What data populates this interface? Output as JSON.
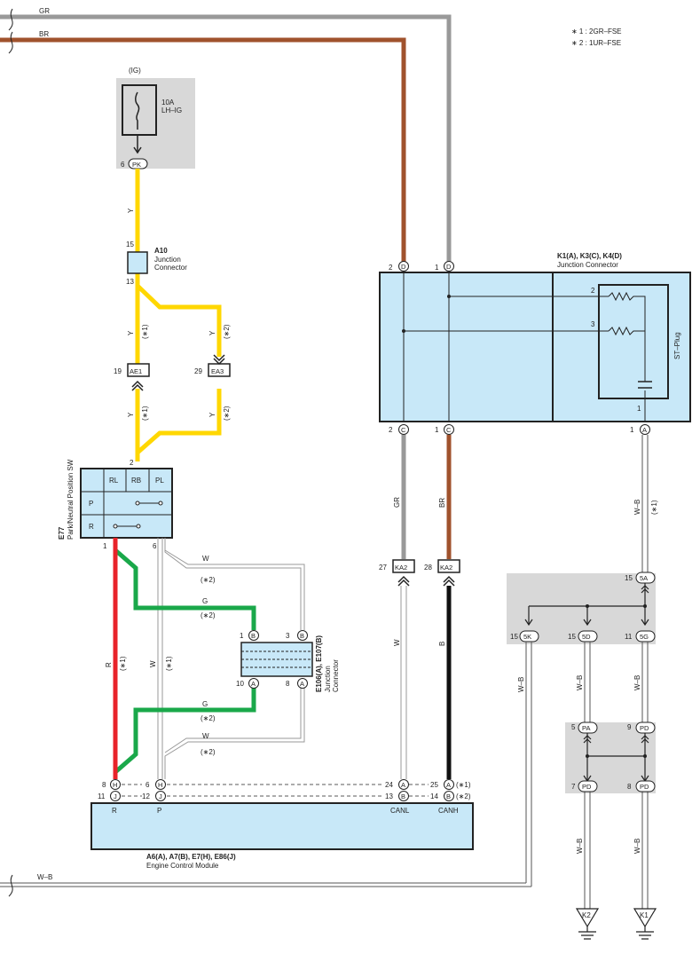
{
  "notes": {
    "n1": "∗ 1 : 2GR–FSE",
    "n2": "∗ 2 : 1UR–FSE"
  },
  "wires": {
    "gr_top": "GR",
    "br_top": "BR",
    "y1": "Y",
    "y2": "Y",
    "y3": "Y",
    "y4": "Y",
    "y5": "Y",
    "gr_v": "GR",
    "br_v": "BR",
    "w_ka": "W",
    "b_ka": "B",
    "wb1": "W–B",
    "wb2": "W–B",
    "wb3": "W–B",
    "wb4": "W–B",
    "wb5": "W–B",
    "wb6": "W–B",
    "wb_bottom": "W–B",
    "w_top": "W",
    "g_top": "G",
    "g_bot": "G",
    "w_bot": "W",
    "r": "R",
    "w_mid": "W"
  },
  "tags": {
    "t1": "(∗1)",
    "t2": "(∗2)"
  },
  "fuse": {
    "ig": "(IG)",
    "rating": "10A",
    "name": "LH–IG",
    "pin": "6",
    "term": "PK"
  },
  "a10": {
    "code": "A10",
    "l1": "Junction",
    "l2": "Connector",
    "pin_in": "15",
    "pin_out": "13"
  },
  "ae1": {
    "pin": "19",
    "term": "AE1"
  },
  "ea3": {
    "pin": "29",
    "term": "EA3"
  },
  "e77": {
    "code": "E77",
    "name": "Park/Neutral Position SW",
    "cols": [
      "RL",
      "RB",
      "PL"
    ],
    "rows": [
      "P",
      "R"
    ],
    "pin_top": "2",
    "pin_l": "1",
    "pin_r": "6"
  },
  "e106": {
    "code": "E106(A), E107(B)",
    "l1": "Junction",
    "l2": "Connector",
    "p1": "1",
    "t1": "B",
    "p3": "3",
    "t3": "B",
    "p10": "10",
    "t10": "A",
    "p8": "8",
    "t8": "A"
  },
  "k1": {
    "code": "K1(A), K3(C), K4(D)",
    "name": "Junction Connector",
    "stplug": "ST–Plug",
    "pd2": "2",
    "td2": "D",
    "pd1": "1",
    "td1": "D",
    "pc2": "2",
    "tc2": "C",
    "pc1": "1",
    "tc1": "C",
    "pa1": "1",
    "ta1": "A",
    "r2": "2",
    "r3": "3",
    "c1": "1"
  },
  "ka2": {
    "p27": "27",
    "t27": "KA2",
    "p28": "28",
    "t28": "KA2"
  },
  "jc5": {
    "p15a": "15",
    "t5a": "5A",
    "p15k": "15",
    "t5k": "5K",
    "p15d": "15",
    "t5d": "5D",
    "p11": "11",
    "t5g": "5G"
  },
  "jcp": {
    "p5": "5",
    "tpa": "PA",
    "p9": "9",
    "tpd1": "PD",
    "p7": "7",
    "tpd2": "PD",
    "p8": "8",
    "tpd3": "PD"
  },
  "ecm": {
    "code": "A6(A), A7(B), E7(H), E86(J)",
    "name": "Engine Control Module",
    "p8": "8",
    "t8": "H",
    "p11": "11",
    "t11": "J",
    "p6": "6",
    "t6": "H",
    "p12": "12",
    "t12": "J",
    "p24": "24",
    "t24": "A",
    "p13": "13",
    "t13": "B",
    "p25": "25",
    "t25": "A",
    "p14": "14",
    "t14": "B",
    "lr": "R",
    "lp": "P",
    "lcanl": "CANL",
    "lcanh": "CANH"
  },
  "grounds": {
    "k2": "K2",
    "k1": "K1"
  }
}
